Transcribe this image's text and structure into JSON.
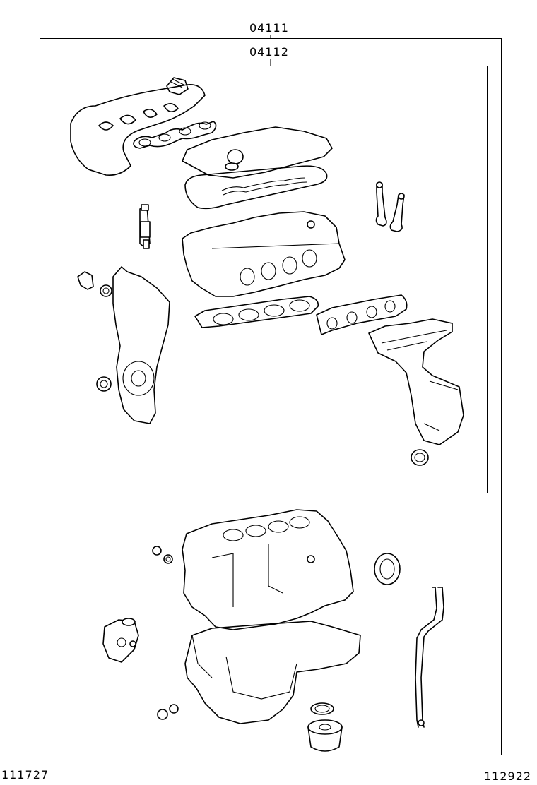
{
  "labels": {
    "outer_part_number": "04111",
    "inner_part_number": "04112",
    "footer_left": "111727",
    "footer_right": "112922"
  },
  "colors": {
    "line": "#000000",
    "background": "#ffffff"
  },
  "icons": {
    "upper_group": [
      "intake-manifold-gasket-icon",
      "oil-filler-cap-icon",
      "cylinder-head-cover-gasket-icon",
      "injector-icon",
      "valve-icon",
      "cylinder-head-icon",
      "head-gasket-icon",
      "timing-cover-icon",
      "exhaust-manifold-gasket-icon",
      "catalytic-converter-icon",
      "oil-seal-icon"
    ],
    "lower_group": [
      "cylinder-block-icon",
      "oil-pan-icon",
      "oil-pump-icon",
      "oil-dipstick-icon",
      "crankshaft-seal-icon",
      "oil-filter-icon"
    ]
  }
}
